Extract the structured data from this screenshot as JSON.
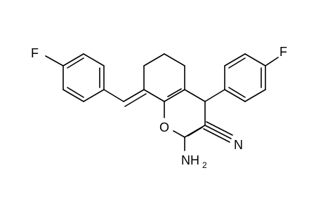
{
  "molecule": {
    "atoms": {
      "fluorine_left": "F",
      "fluorine_right": "F",
      "ring_oxygen": "O",
      "nitrile_nitrogen": "N",
      "amino_group": "NH",
      "amino_subscript": "2"
    }
  }
}
